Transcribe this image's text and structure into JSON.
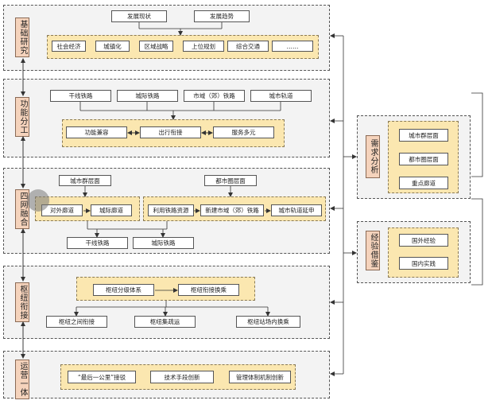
{
  "sections": {
    "basic": {
      "label": "基础研究",
      "top": [
        "发展现状",
        "发展趋势"
      ],
      "items": [
        "社会经济",
        "城镇化",
        "区域战略",
        "上位规划",
        "综合交通",
        "……"
      ]
    },
    "function": {
      "label": "功能分工",
      "top": [
        "干线铁路",
        "城际铁路",
        "市域（郊）铁路",
        "城市轨道"
      ],
      "items": [
        "功能兼容",
        "出行衔接",
        "服务多元"
      ]
    },
    "fusion": {
      "label": "四网融合",
      "top": [
        "城市群层面",
        "都市圈层面"
      ],
      "left_items": [
        "对外廊道",
        "城际廊道"
      ],
      "right_items": [
        "利用铁路资源",
        "新建市域（郊）铁路",
        "城市轨道延申"
      ],
      "bottom": [
        "干线铁路",
        "城际铁路"
      ]
    },
    "hub": {
      "label": "枢纽衔接",
      "items": [
        "枢纽分级体系",
        "枢纽衔接换乘"
      ],
      "bottom": [
        "枢纽之间衔接",
        "枢纽集疏运",
        "枢纽站场内换乘"
      ]
    },
    "operation": {
      "label": "运营一体",
      "items": [
        "“最后一公里”接驳",
        "技术手段创新",
        "管理体制机制创新"
      ]
    },
    "demand": {
      "label": "需求分析",
      "items": [
        "城市群层面",
        "都市圈层面",
        "重点廊道"
      ]
    },
    "experience": {
      "label": "经验借鉴",
      "items": [
        "国外经验",
        "国内实践"
      ]
    }
  }
}
